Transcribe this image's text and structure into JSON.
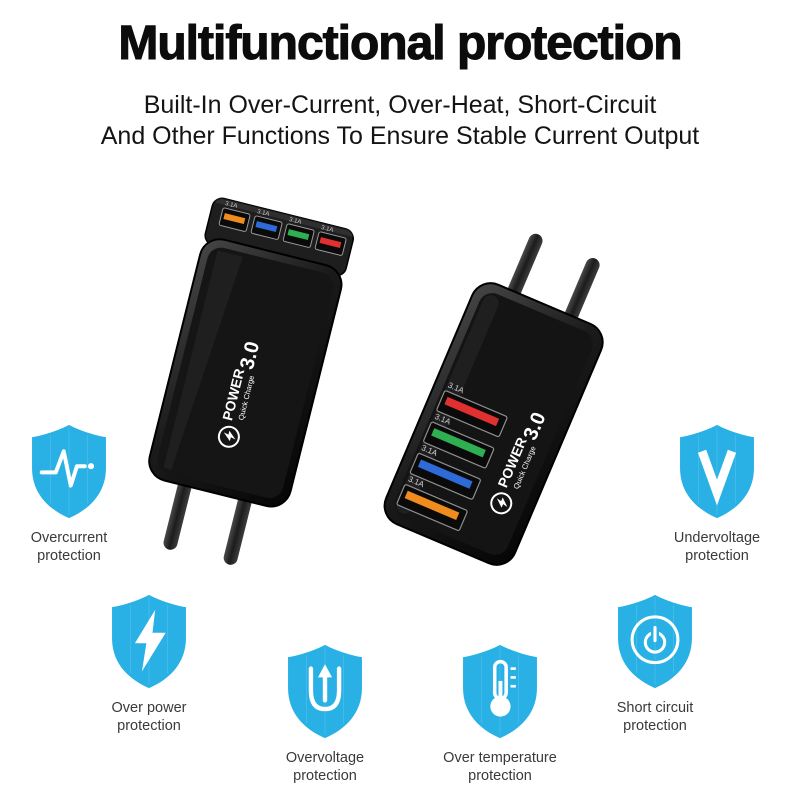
{
  "header": {
    "title": "Multifunctional protection",
    "subtitle_line1": "Built-In Over-Current, Over-Heat, Short-Circuit",
    "subtitle_line2": "And Other Functions To Ensure Stable Current Output"
  },
  "product": {
    "brand_power": "POWER",
    "brand_quick_charge": "Quick Charge",
    "brand_version": "3.0",
    "port_label": "3.1A",
    "port_colors_top": [
      "#f08c1e",
      "#2f6bd8",
      "#2fae52",
      "#e03030"
    ],
    "port_colors_front": [
      "#e03030",
      "#2fae52",
      "#2f6bd8",
      "#f08c1e"
    ]
  },
  "theme": {
    "shield_color": "#29b1e6",
    "icon_color": "#ffffff",
    "title_color": "#0c0c0c",
    "label_color": "#3a3a3a"
  },
  "features": [
    {
      "label_line1": "Overcurrent",
      "label_line2": "protection"
    },
    {
      "label_line1": "Over power",
      "label_line2": "protection"
    },
    {
      "label_line1": "Overvoltage",
      "label_line2": "protection"
    },
    {
      "label_line1": "Over temperature",
      "label_line2": "protection"
    },
    {
      "label_line1": "Short circuit",
      "label_line2": "protection"
    },
    {
      "label_line1": "Undervoltage",
      "label_line2": "protection"
    }
  ]
}
